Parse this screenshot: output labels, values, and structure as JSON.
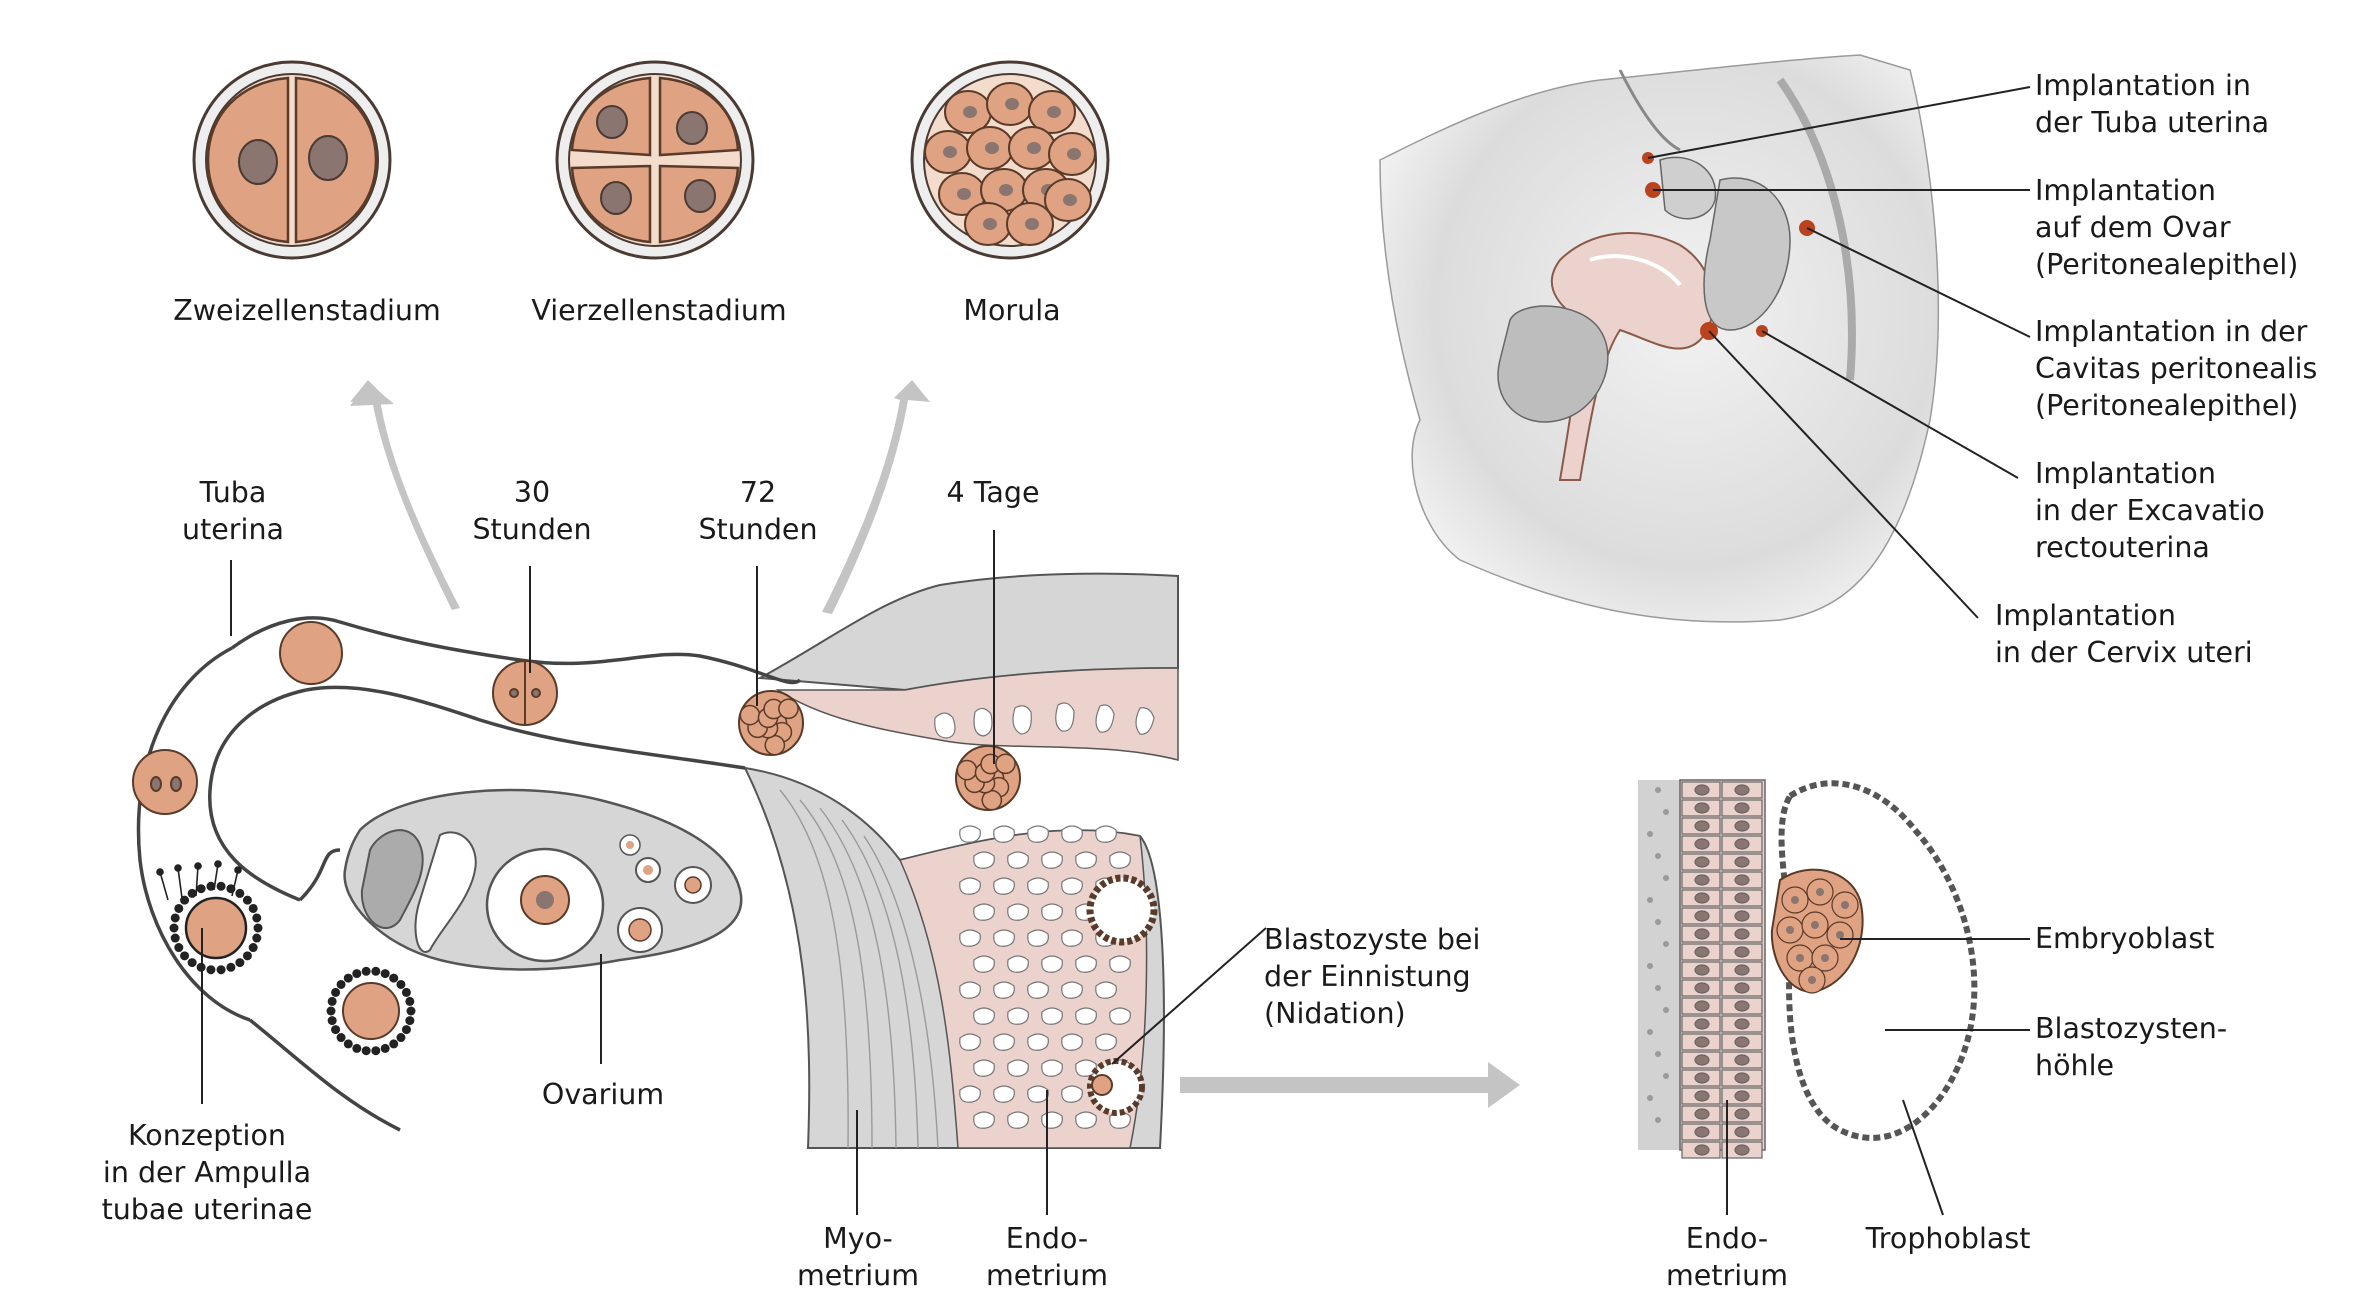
{
  "colors": {
    "cell_fill": "#dfa383",
    "cell_edge": "#5a3a28",
    "nucleus": "#8a7570",
    "zona_fill": "#eeeeee",
    "tissue_gray": "#d6d6d6",
    "endometrium_pink": "#ecd2cd",
    "arrow_gray": "#c4c4c4",
    "leader": "#222222",
    "implant_dot": "#b8431e"
  },
  "stages": [
    {
      "label": "Zweizellenstadium",
      "icon": "two-cell-stage"
    },
    {
      "label": "Vierzellenstadium",
      "icon": "four-cell-stage"
    },
    {
      "label": "Morula",
      "icon": "morula"
    }
  ],
  "tube_labels": {
    "tuba_uterina": "Tuba\nuterina",
    "h30": "30\nStunden",
    "h72": "72\nStunden",
    "days4": "4 Tage",
    "conception": "Konzeption\nin der Ampulla\ntubae uterinae",
    "ovarium": "Ovarium",
    "myometrium": "Myo-\nmetrium",
    "endometrium": "Endo-\nmetrium",
    "blastocyst": "Blastozyste bei\nder Einnistung\n(Nidation)"
  },
  "ectopic_labels": [
    "Implantation in\nder Tuba uterina",
    "Implantation\nauf dem Ovar\n(Peritonealepithel)",
    "Implantation in der\nCavitas peritonealis\n(Peritonealepithel)",
    "Implantation\nin der Excavatio\nrectouterina",
    "Implantation\nin der Cervix uteri"
  ],
  "detail_labels": {
    "embryoblast": "Embryoblast",
    "cavity": "Blastozysten-\nhöhle",
    "trophoblast": "Trophoblast",
    "endometrium": "Endo-\nmetrium"
  }
}
